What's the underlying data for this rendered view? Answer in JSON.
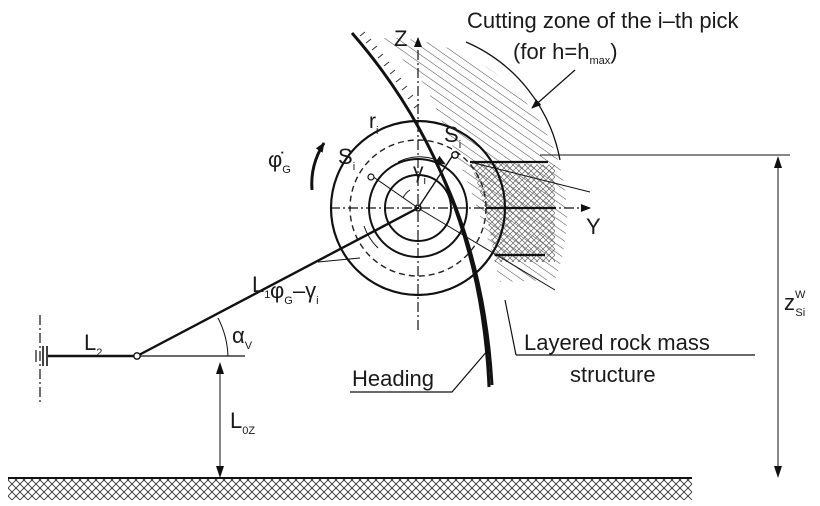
{
  "labels": {
    "cutting_zone_line1": "Cutting zone of the i–th pick",
    "cutting_zone_line2_pre": "(for h=h",
    "cutting_zone_line2_sub": "max",
    "cutting_zone_line2_post": ")",
    "axis_z": "Z",
    "axis_y": "Y",
    "r_base": "r",
    "r_sub": "i",
    "s_left_base": "S",
    "s_left_sub": "i",
    "s_right_base": "S",
    "s_right_sub": "i",
    "gamma_base": "γ",
    "gamma_sub": "i",
    "phi_dot_base": "φ̇",
    "phi_dot_sub": "G",
    "l1_base": "L",
    "l1_sub": "1",
    "l2_base": "L",
    "l2_sub": "2",
    "l0z_base": "L",
    "l0z_sub": "0Z",
    "alpha_base": "α",
    "alpha_sub": "V",
    "phi_g_base": "φ",
    "phi_g_sub": "G",
    "minus": "–",
    "gamma2_base": "γ",
    "gamma2_sub": "i",
    "zsi_base": "z",
    "zsi_sup": "W",
    "zsi_sub": "Si",
    "heading": "Heading",
    "rock_line1": "Layered rock mass",
    "rock_line2": "structure"
  }
}
